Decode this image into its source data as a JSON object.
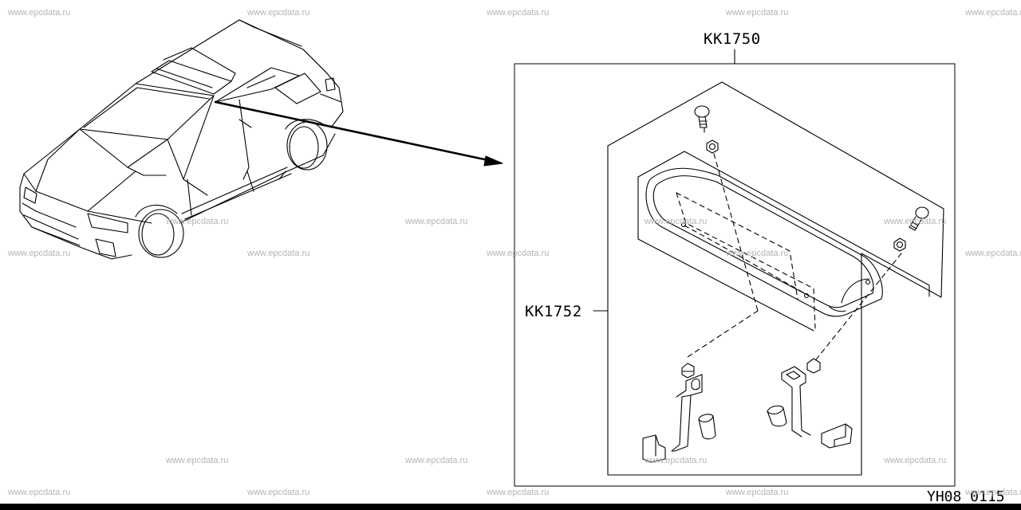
{
  "watermark_text": "www.epcdata.ru",
  "labels": {
    "assembly_part_no": "KK1750",
    "sub_part_no": "KK1752"
  },
  "diagram_code": "YH08 0115"
}
